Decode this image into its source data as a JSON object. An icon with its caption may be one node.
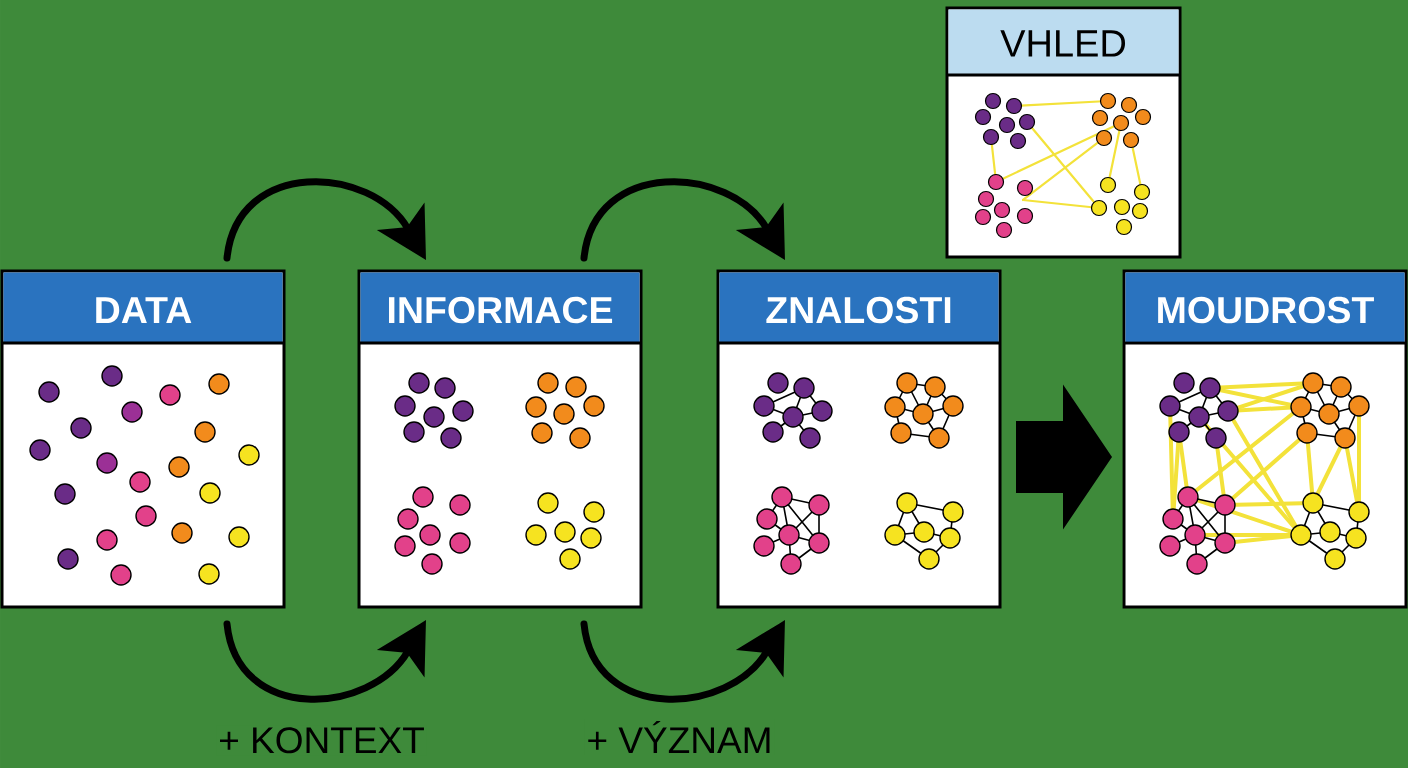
{
  "diagram": {
    "nodes": [
      {
        "text": [
          "DATA"
        ]
      },
      {
        "text": [
          "INFORMACE"
        ]
      },
      {
        "text": [
          "ZNALOSTI"
        ]
      },
      {
        "text": [
          "VHLED"
        ]
      },
      {
        "text": [
          "MOUDROST"
        ]
      }
    ],
    "edges": [
      {
        "from": 0,
        "to": 1,
        "arrow": "to"
      },
      {
        "from": 0,
        "to": 1,
        "arrow": "to",
        "label": "+ KONTEXT"
      },
      {
        "from": 1,
        "to": 2,
        "arrow": "to"
      },
      {
        "from": 1,
        "to": 2,
        "arrow": "to",
        "label": "+ VÝZNAM"
      },
      {
        "from": 2,
        "to": 4,
        "arrow": "to",
        "style": "thick"
      }
    ]
  }
}
